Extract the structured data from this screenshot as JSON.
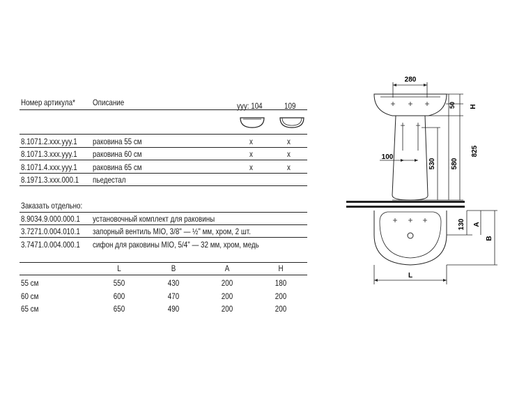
{
  "header": {
    "article": "Номер артикула*",
    "description": "Описание",
    "col1": "yyy: 104",
    "col2": "109"
  },
  "articles": [
    {
      "code": "8.1071.2.xxx.yyy.1",
      "desc": "раковина 55 см",
      "c1": "x",
      "c2": "x"
    },
    {
      "code": "8.1071.3.xxx.yyy.1",
      "desc": "раковина 60 см",
      "c1": "x",
      "c2": "x"
    },
    {
      "code": "8.1071.4.xxx.yyy.1",
      "desc": "раковина 65 см",
      "c1": "x",
      "c2": "x"
    },
    {
      "code": "8.1971.3.xxx.000.1",
      "desc": "пьедестал",
      "c1": "",
      "c2": ""
    }
  ],
  "separately": {
    "title": "Заказать отдельно:",
    "items": [
      {
        "code": "8.9034.9.000.000.1",
        "desc": "установочный комплект для раковины"
      },
      {
        "code": "3.7271.0.004.010.1",
        "desc": "запорный вентиль MIO, 3/8\" — ½\" мм, хром, 2 шт."
      },
      {
        "code": "3.7471.0.004.000.1",
        "desc": "сифон для раковины MIO, 5/4\" — 32 мм, хром, медь"
      }
    ]
  },
  "dimensions": {
    "headers": [
      "",
      "L",
      "B",
      "A",
      "H"
    ],
    "rows": [
      [
        "55 см",
        "550",
        "430",
        "200",
        "180"
      ],
      [
        "60 см",
        "600",
        "470",
        "200",
        "200"
      ],
      [
        "65 см",
        "650",
        "490",
        "200",
        "200"
      ]
    ]
  },
  "drawing": {
    "dim_280": "280",
    "dim_50": "50",
    "dim_H": "H",
    "dim_825": "825",
    "dim_580": "580",
    "dim_530": "530",
    "dim_100": "100",
    "dim_130": "130",
    "dim_A": "A",
    "dim_B": "B",
    "dim_L": "L"
  }
}
